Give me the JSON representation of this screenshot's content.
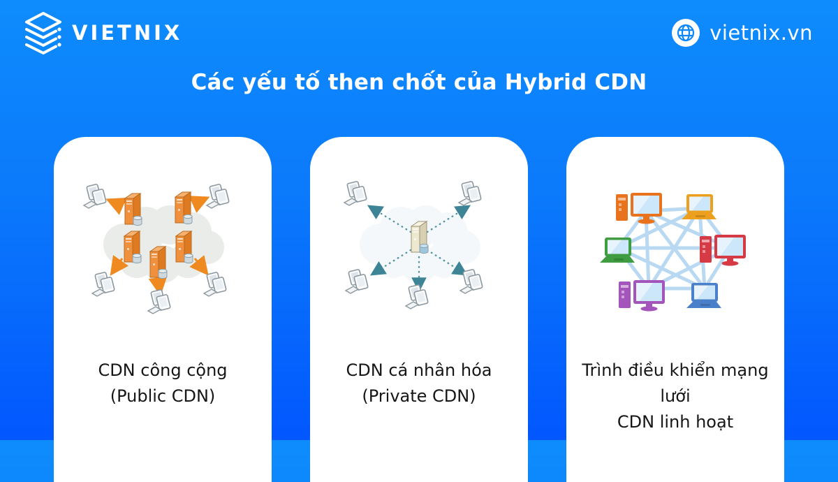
{
  "header": {
    "brand": {
      "name": "VIETNIX",
      "logo_icon": "vietnix-stacked-layers"
    },
    "website": {
      "label": "vietnix.vn",
      "icon": "globe-icon"
    }
  },
  "title": "Các yếu tố then chốt của Hybrid CDN",
  "cards": [
    {
      "id": "public-cdn",
      "illustration": "cloud-with-five-orange-edge-servers-and-arrows-to-client-computers",
      "caption_line1": "CDN công cộng",
      "caption_line2": "(Public CDN)"
    },
    {
      "id": "private-cdn",
      "illustration": "central-beige-origin-server-with-dashed-teal-links-to-five-client-computers",
      "caption_line1": "CDN cá nhân hóa",
      "caption_line2": "(Private CDN)"
    },
    {
      "id": "flexible-cdn-network-controller",
      "illustration": "full-mesh-network-of-six-colored-computers",
      "caption_line1": "Trình điều khiển mạng lưới",
      "caption_line2": "CDN linh hoạt"
    }
  ],
  "colors": {
    "background_top": "#0E8CFD",
    "background_bottom": "#0257FE",
    "card_background": "#FFFFFF",
    "title_text": "#FFFFFF",
    "caption_text": "#161616",
    "public_server_orange": "#F0903C",
    "public_arrow_orange": "#EE8A1F",
    "public_cloud_gray": "#E9ECE8",
    "private_server_beige": "#EFE8D0",
    "private_link_teal": "#4E93A4",
    "mesh_line_blue": "#B9D9F3",
    "mesh_node_colors": [
      "#E8731C",
      "#EDA01D",
      "#3F9C40",
      "#D63A45",
      "#A455BB",
      "#4A7FC9"
    ]
  }
}
